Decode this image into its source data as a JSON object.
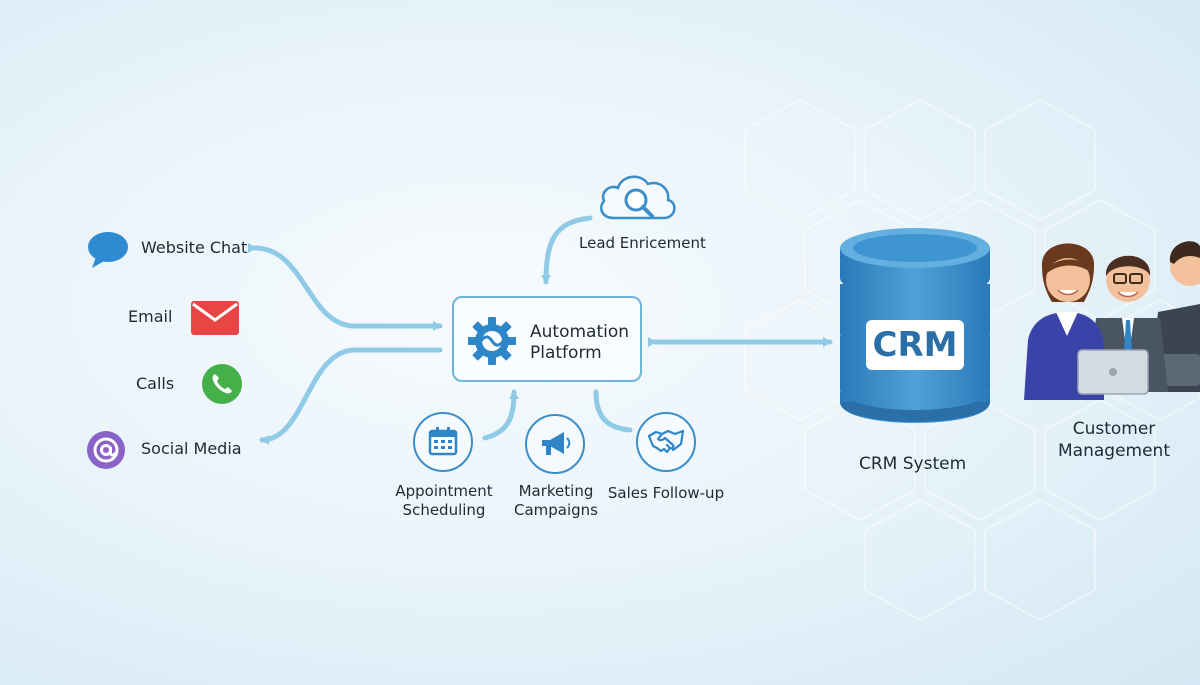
{
  "channels": [
    {
      "label": "Website Chat",
      "icon": "chat-bubble-icon"
    },
    {
      "label": "Email",
      "icon": "envelope-icon"
    },
    {
      "label": "Calls",
      "icon": "phone-icon"
    },
    {
      "label": "Social Media",
      "icon": "at-sign-icon"
    }
  ],
  "automation": {
    "line1": "Automation",
    "line2": "Platform",
    "icon": "gear-icon"
  },
  "lead_enrichment": {
    "label": "Lead Enricement",
    "icon": "cloud-search-icon"
  },
  "tasks": [
    {
      "line1": "Appointment",
      "line2": "Scheduling",
      "icon": "calendar-icon"
    },
    {
      "line1": "Marketing",
      "line2": "Campaigns",
      "icon": "megaphone-icon"
    },
    {
      "line1": "Sales Follow-up",
      "line2": "",
      "icon": "handshake-icon"
    }
  ],
  "crm": {
    "db_label": "CRM",
    "caption": "CRM System",
    "icon": "database-icon"
  },
  "customer": {
    "line1": "Customer",
    "line2": "Management",
    "icon": "team-people-icon"
  },
  "colors": {
    "arrow": "#8fcbe6",
    "accent": "#2e86c8",
    "db_dark": "#2a79b8",
    "db_light": "#4fa1d8"
  }
}
